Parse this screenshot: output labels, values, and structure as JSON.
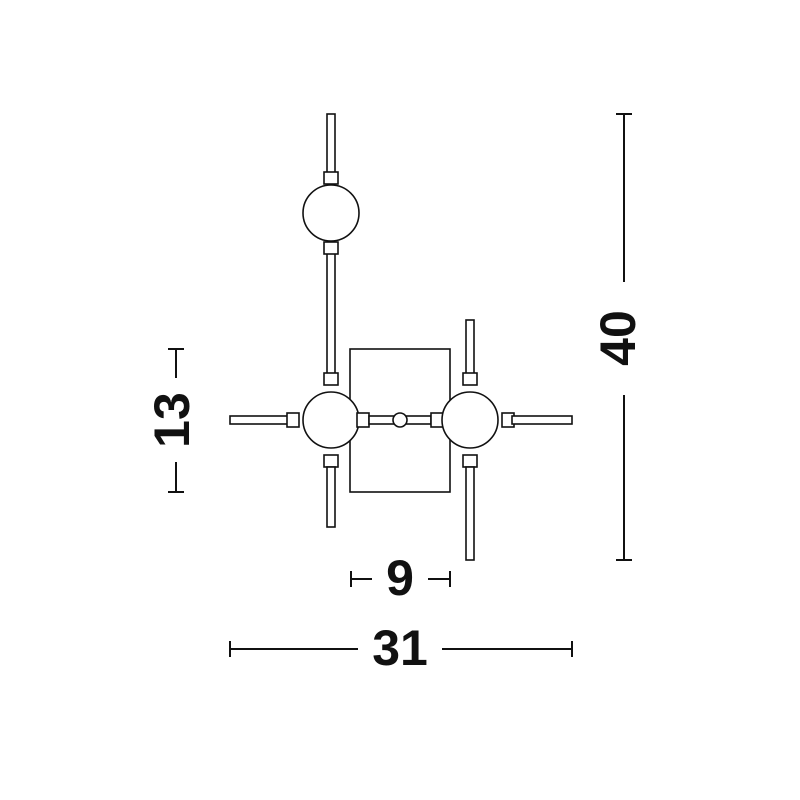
{
  "drawing": {
    "colors": {
      "line": "#111111",
      "background": "#ffffff"
    }
  },
  "dimensions": {
    "height_total": "40",
    "plate_height": "13",
    "plate_width": "9",
    "width_total": "31"
  }
}
